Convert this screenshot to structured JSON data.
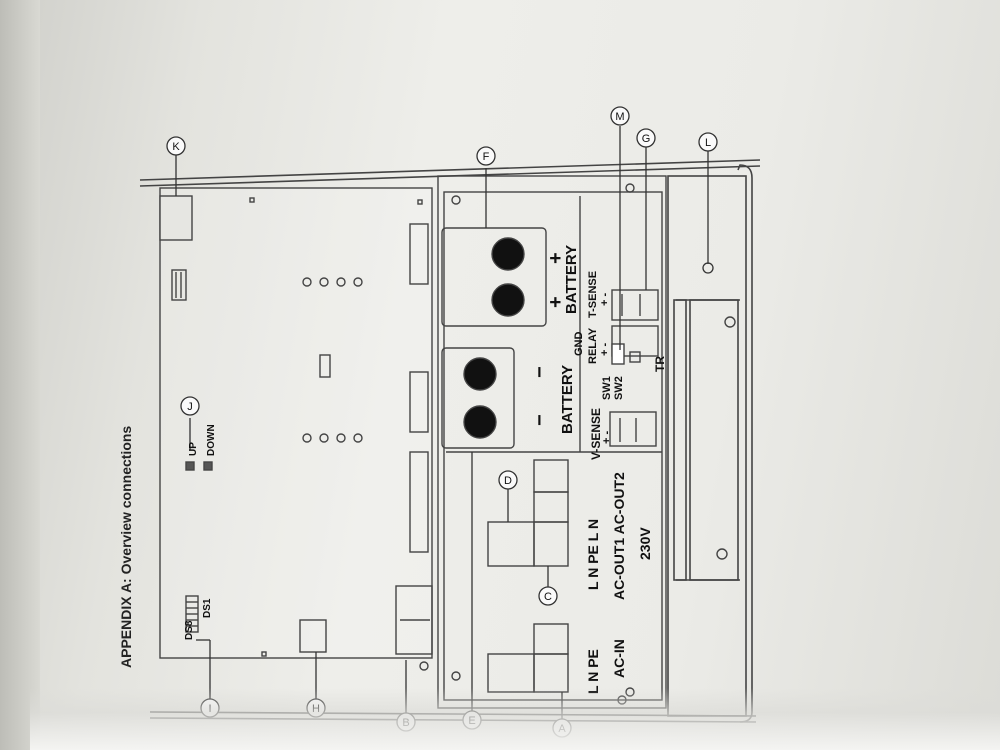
{
  "document": {
    "heading": "APPENDIX A: Overview connections"
  },
  "callouts": {
    "A": "A",
    "B": "B",
    "C": "C",
    "D": "D",
    "E": "E",
    "F": "F",
    "G": "G",
    "H": "H",
    "I": "I",
    "J": "J",
    "K": "K",
    "L": "L",
    "M": "M"
  },
  "labels": {
    "ds8": "DS8",
    "ds1": "DS1",
    "up": "UP",
    "down": "DOWN",
    "ac_in_pins": "L  N  PE",
    "ac_in": "AC-IN",
    "ac_out_pins": "L  N  PE  L  N",
    "ac_out": "AC-OUT1  AC-OUT2",
    "voltage": "230V",
    "v_sense": "V-SENSE",
    "v_sense_pins": "+  -",
    "battery_neg": "BATTERY",
    "battery_pos": "BATTERY",
    "minus1": "−",
    "minus2": "−",
    "plus1": "+",
    "plus2": "+",
    "sw1": "SW1",
    "sw2": "SW2",
    "tr": "TR",
    "gnd": "GND",
    "relay": "RELAY",
    "relay_pins": "+  -",
    "t_sense": "T-SENSE",
    "t_sense_pins": "+  -"
  }
}
